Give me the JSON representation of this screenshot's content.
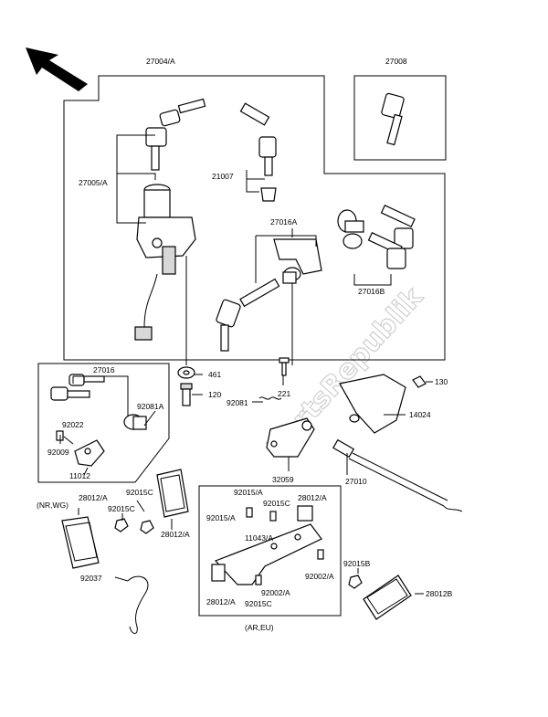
{
  "watermark": "PartsRepublik",
  "labels": {
    "l27004A": "27004/A",
    "l27008": "27008",
    "l27005A": "27005/A",
    "l21007": "21007",
    "l27016A": "27016A",
    "l27016B": "27016B",
    "l27016": "27016",
    "l461": "461",
    "l120": "120",
    "l221": "221",
    "l130": "130",
    "l14024": "14024",
    "l92081": "92081",
    "l92081A": "92081A",
    "l92022": "92022",
    "l92009": "92009",
    "l11012": "11012",
    "l32059": "32059",
    "l27010": "27010",
    "lNRWG": "(NR,WG)",
    "l28012A_1": "28012/A",
    "l92015C_1": "92015C",
    "l92015C_2": "92015C",
    "l28012A_2": "28012/A",
    "l92015A_1": "92015/A",
    "l92015C_3": "92015C",
    "l28012A_3": "28012/A",
    "l92015A_2": "92015/A",
    "l11043A": "11043/A",
    "l92002A_1": "92002/A",
    "l92002A_2": "92002/A",
    "l28012A_4": "28012/A",
    "l92015C_4": "92015C",
    "lAREU": "(AR,EU)",
    "l92037": "92037",
    "l92015B": "92015B",
    "l28012B": "28012B"
  },
  "icons": {
    "arrow": "front-direction-arrow-icon"
  }
}
